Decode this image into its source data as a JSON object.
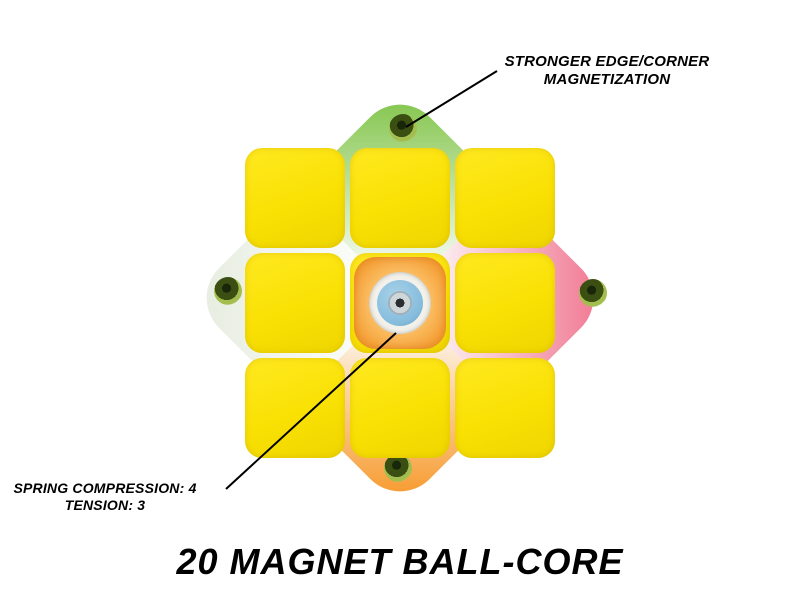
{
  "title": "20 MAGNET BALL-CORE",
  "annotations": {
    "edge_magnet": {
      "line1": "STRONGER EDGE/CORNER",
      "line2": "MAGNETIZATION"
    },
    "core_settings": {
      "line1": "SPRING COMPRESSION: 4",
      "line2": "TENSION: 3"
    }
  },
  "cube": {
    "face_rows": 3,
    "face_cols": 3,
    "visible_edge_magnets": 4
  },
  "colors": {
    "face_yellow": "#f9e104",
    "edge_green": "#7cc242",
    "edge_pink": "#f0708c",
    "edge_orange": "#f79421",
    "edge_pale": "#e6ecdf",
    "magnet_ring": "#a3bd4f",
    "magnet_dark": "#3c4f12",
    "core_orange": "#f6a239",
    "core_blue": "#85bcdc",
    "line_color": "#000000",
    "background": "#ffffff"
  }
}
